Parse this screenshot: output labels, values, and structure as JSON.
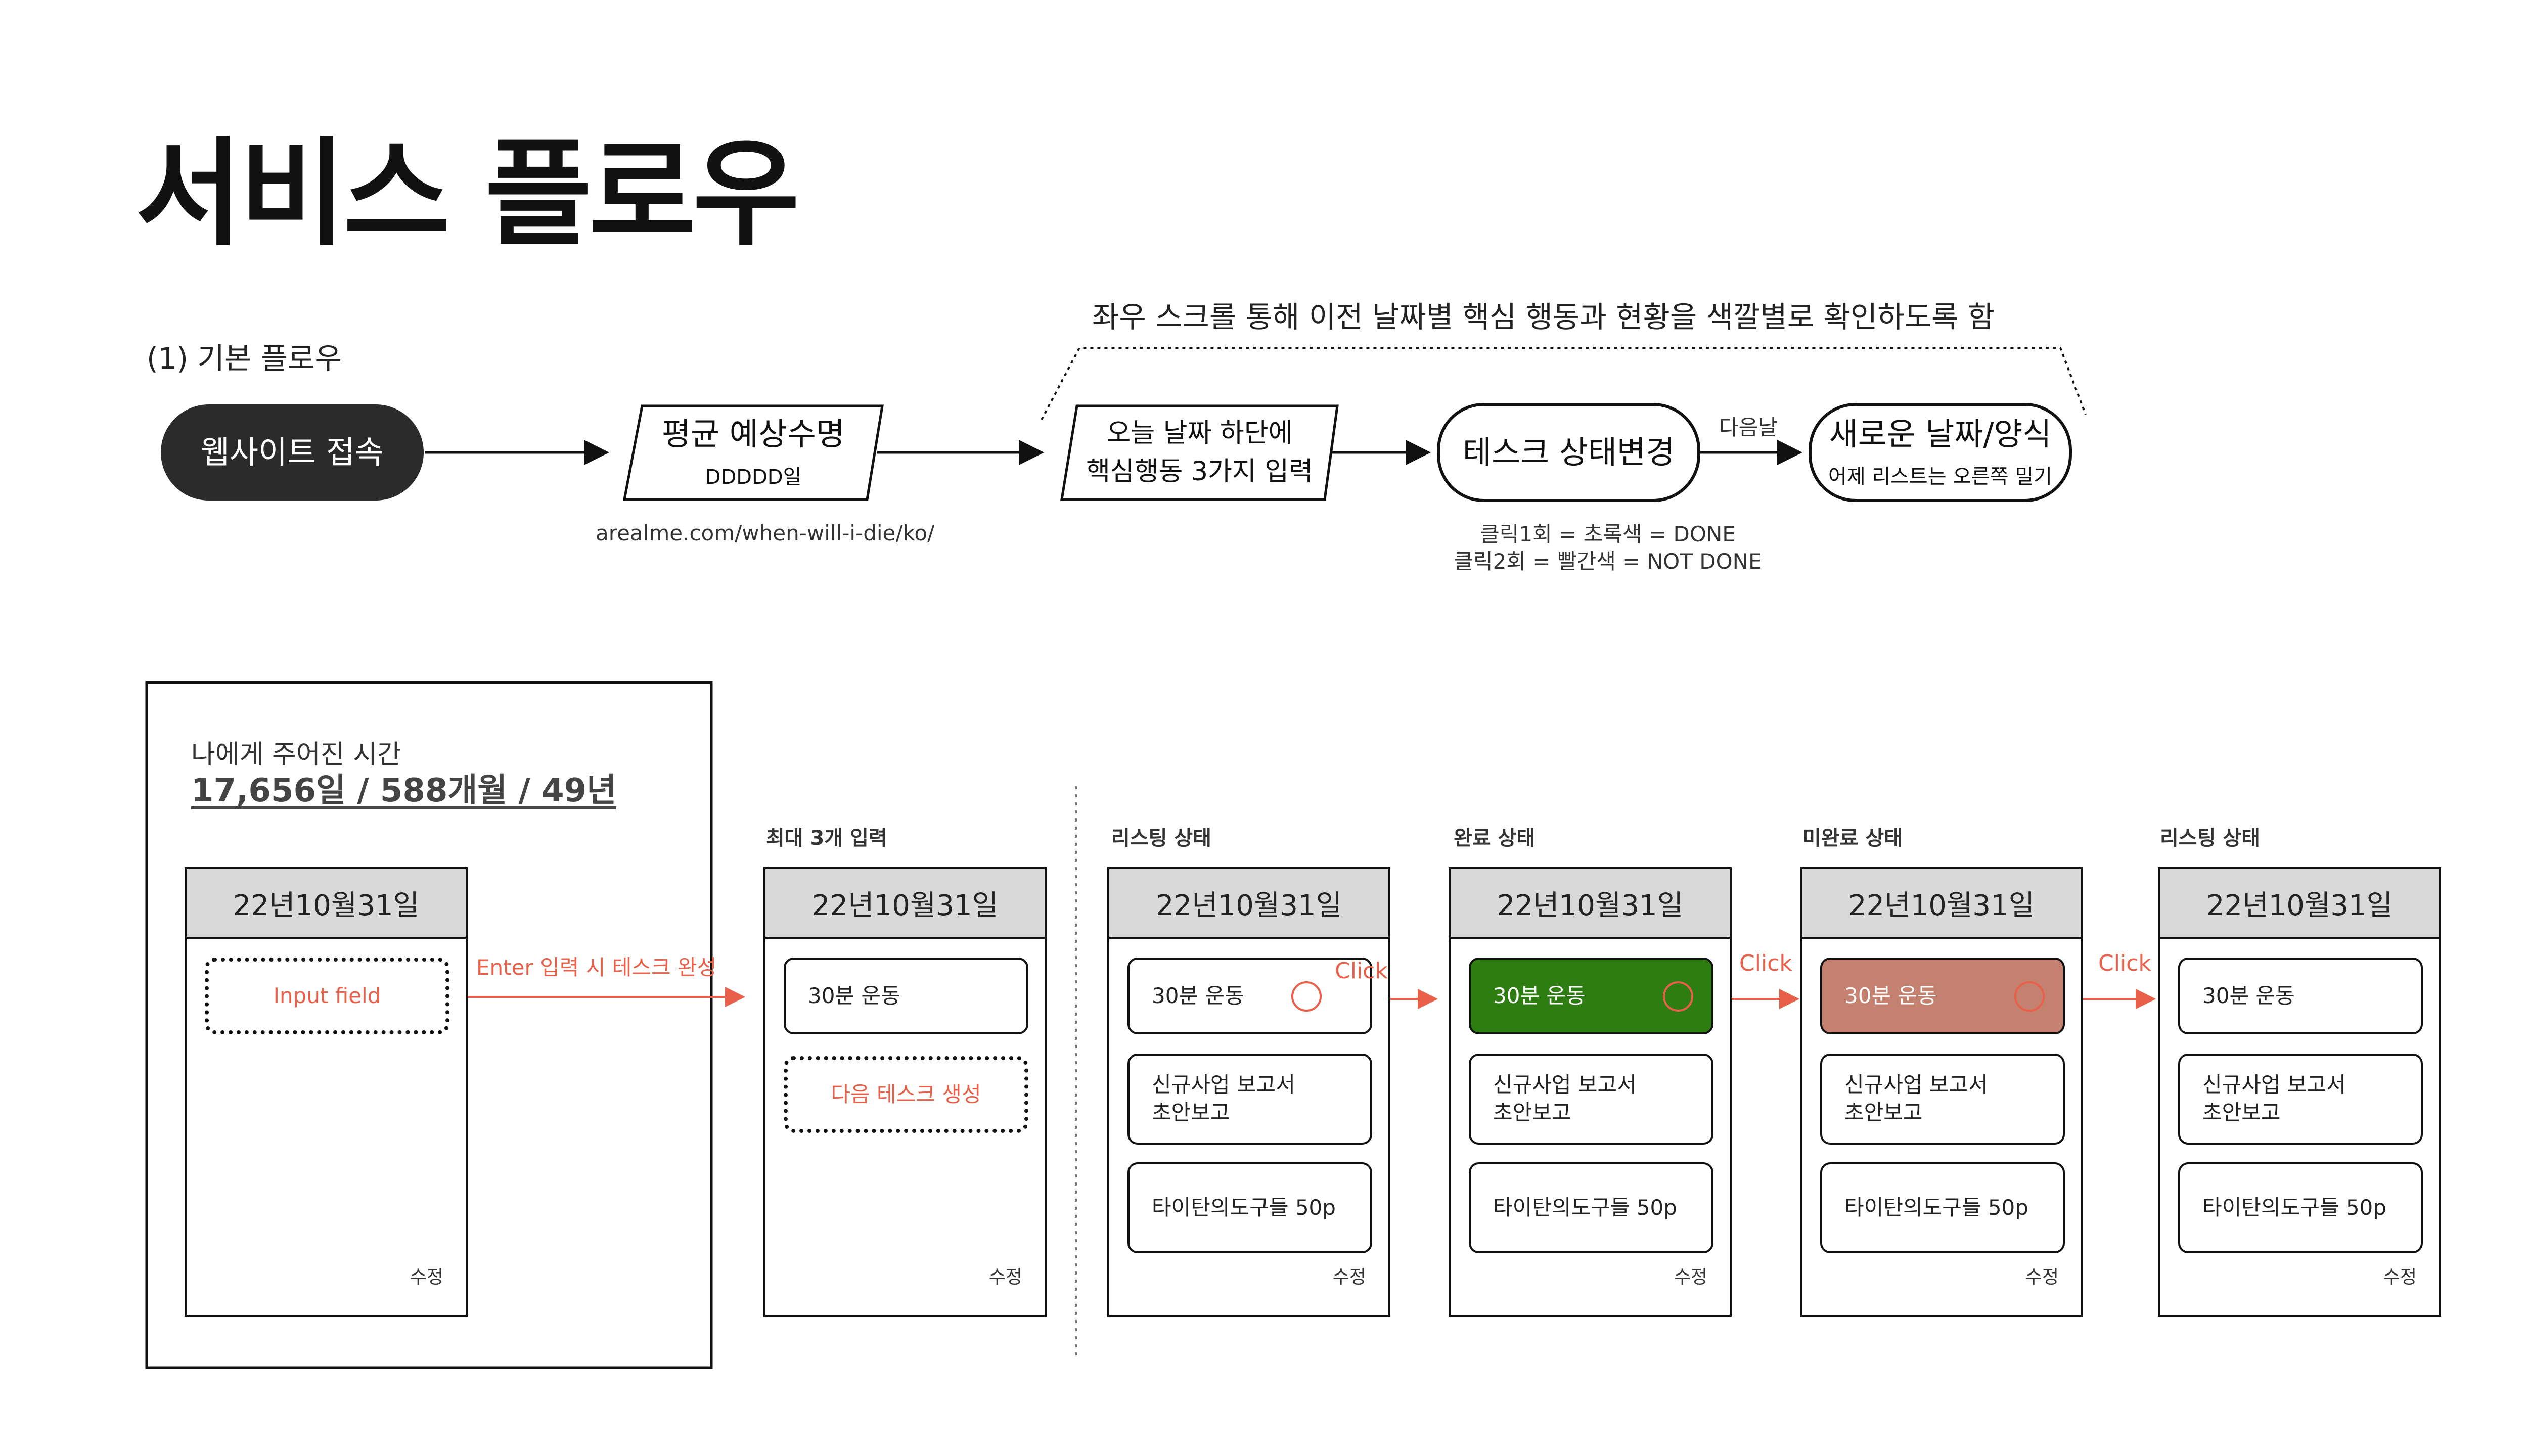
{
  "title": "서비스 플로우",
  "subtitle": "(1) 기본 플로우",
  "scroll_note": "좌우 스크롤 통해 이전 날짜별 핵심 행동과 현황을 색깔별로 확인하도록 함",
  "flow": {
    "step1": {
      "label": "웹사이트 접속"
    },
    "step2": {
      "label": "평균 예상수명",
      "sub": "DDDDD일",
      "note": "arealme.com/when-will-i-die/ko/"
    },
    "step3": {
      "line1": "오늘 날짜 하단에",
      "line2": "핵심행동 3가지 입력"
    },
    "step4": {
      "label": "테스크 상태변경",
      "rule1": "클릭1회 = 초록색 = DONE",
      "rule2": "클릭2회 = 빨간색 = NOT DONE"
    },
    "next_day_label": "다음날",
    "step5": {
      "label": "새로운 날짜/양식",
      "sub": "어제 리스트는 오른쪽 밀기"
    }
  },
  "time_left": {
    "label": "나에게 주어진 시간",
    "value": "17,656일 / 588개월 / 49년"
  },
  "colors": {
    "accent_red": "#e8604a",
    "done_green": "#2e7d13",
    "notdone_red": "#c4816f",
    "header_gray": "#d9d9d9"
  },
  "phones": {
    "p0": {
      "label": "",
      "date": "22년10월31일",
      "input_placeholder": "Input field",
      "edit": "수정"
    },
    "p1": {
      "label": "최대 3개 입력",
      "date": "22년10월31일",
      "task1": "30분 운동",
      "next_task": "다음 테스크 생성",
      "edit": "수정"
    },
    "p2": {
      "label": "리스팅 상태",
      "date": "22년10월31일",
      "task1": "30분 운동",
      "task2_l1": "신규사업 보고서",
      "task2_l2": "초안보고",
      "task3": "타이탄의도구들 50p",
      "edit": "수정"
    },
    "p3": {
      "label": "완료 상태",
      "date": "22년10월31일",
      "task1": "30분 운동",
      "task2_l1": "신규사업 보고서",
      "task2_l2": "초안보고",
      "task3": "타이탄의도구들 50p",
      "edit": "수정"
    },
    "p4": {
      "label": "미완료 상태",
      "date": "22년10월31일",
      "task1": "30분 운동",
      "task2_l1": "신규사업 보고서",
      "task2_l2": "초안보고",
      "task3": "타이탄의도구들 50p",
      "edit": "수정"
    },
    "p5": {
      "label": "리스팅 상태",
      "date": "22년10월31일",
      "task1": "30분 운동",
      "task2_l1": "신규사업 보고서",
      "task2_l2": "초안보고",
      "task3": "타이탄의도구들 50p",
      "edit": "수정"
    }
  },
  "annotations": {
    "enter_note": "Enter 입력 시 테스크 완성",
    "click": "Click"
  }
}
